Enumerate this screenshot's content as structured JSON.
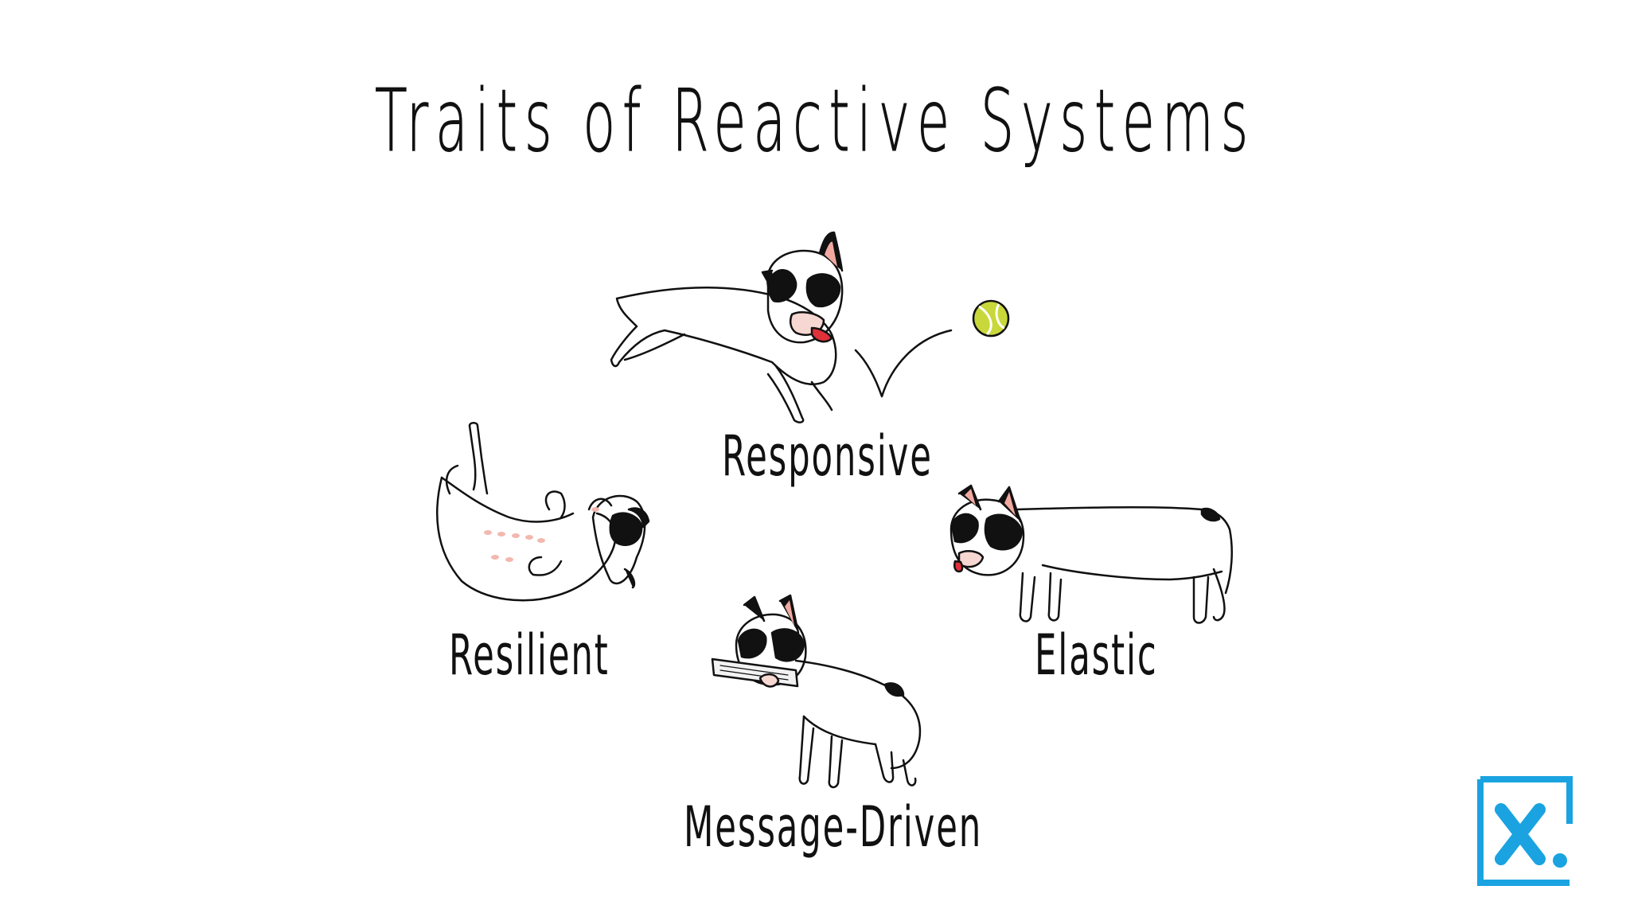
{
  "slide": {
    "title": "Traits of Reactive Systems",
    "traits": {
      "responsive": "Responsive",
      "resilient": "Resilient",
      "elastic": "Elastic",
      "message_driven": "Message-Driven"
    }
  },
  "colors": {
    "ink": "#111111",
    "logo_blue": "#1aa3e0",
    "ball_yellow": "#d9d62a",
    "ball_green": "#6cbf3a",
    "ear_pink": "#f0a9a0",
    "tongue_red": "#e0303a",
    "spots_pink": "#f2b8b0"
  },
  "icons": {
    "logo": "x-dot-logo-icon"
  }
}
